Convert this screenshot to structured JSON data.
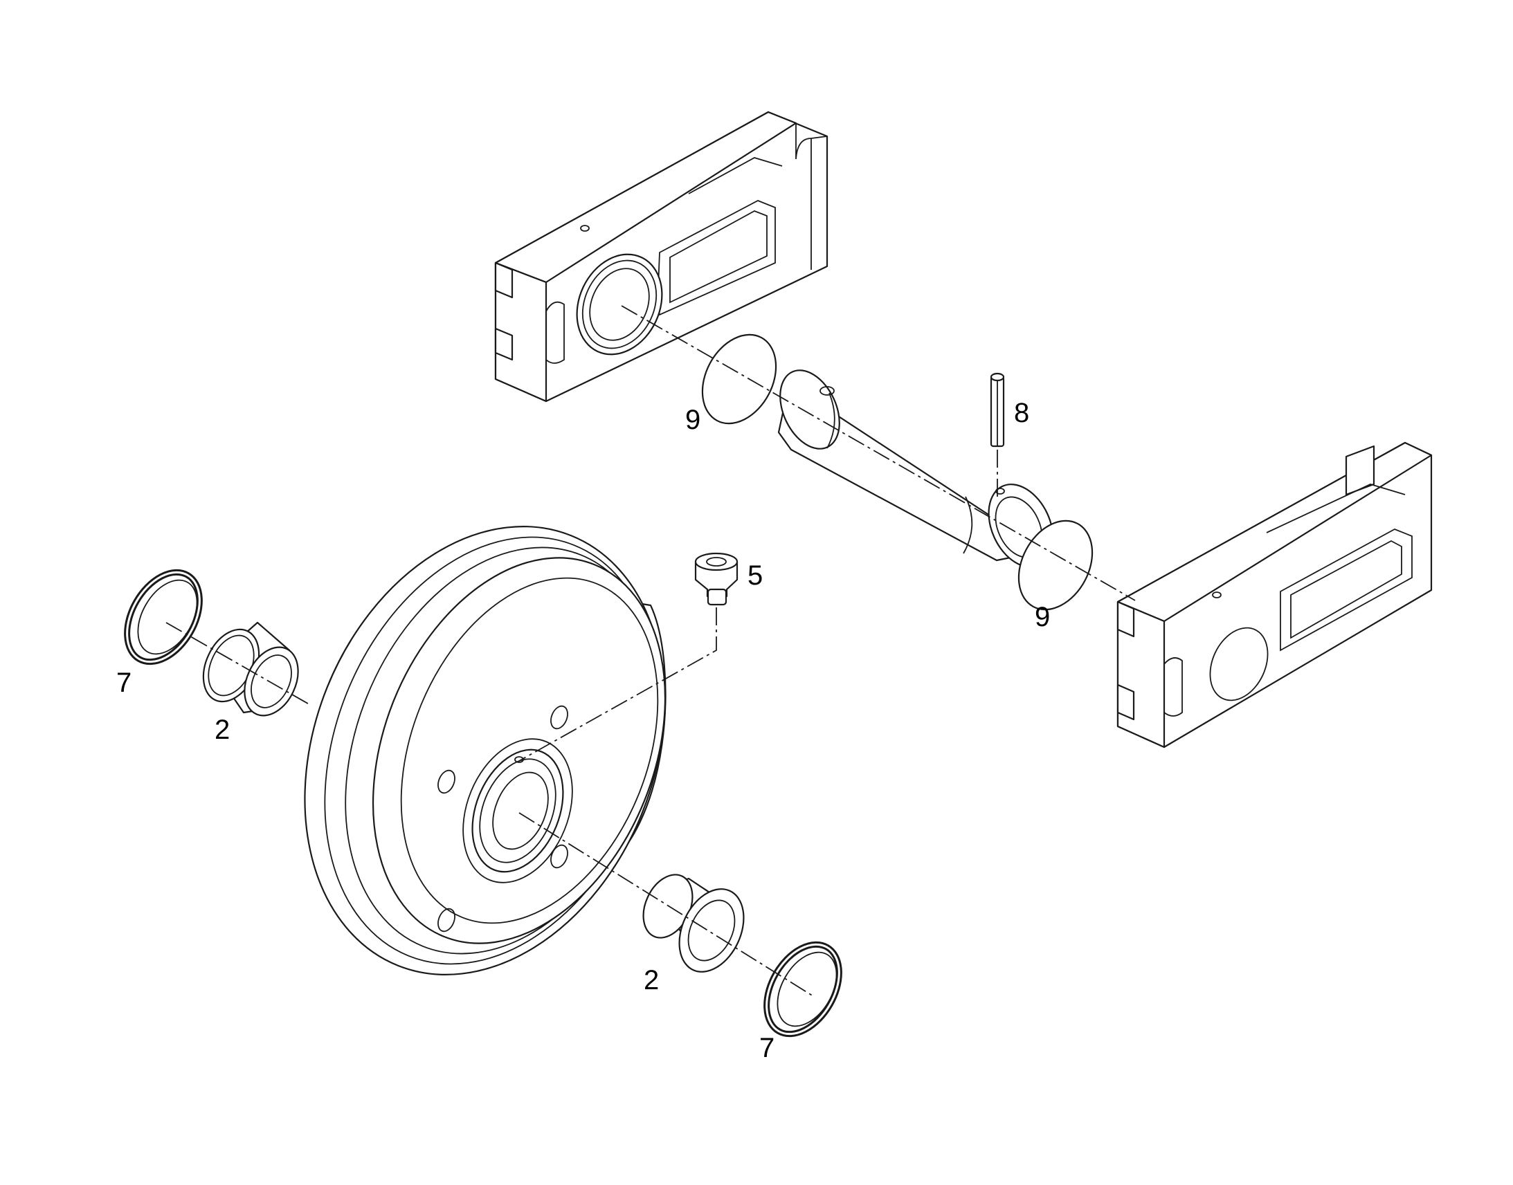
{
  "callouts": {
    "sleeve_left": "2",
    "sleeve_right": "2",
    "plug": "5",
    "seal_left": "7",
    "seal_right": "7",
    "pin": "8",
    "oring_left": "9",
    "oring_right": "9"
  },
  "colors": {
    "line": "#1a1a1a",
    "background": "#ffffff"
  }
}
